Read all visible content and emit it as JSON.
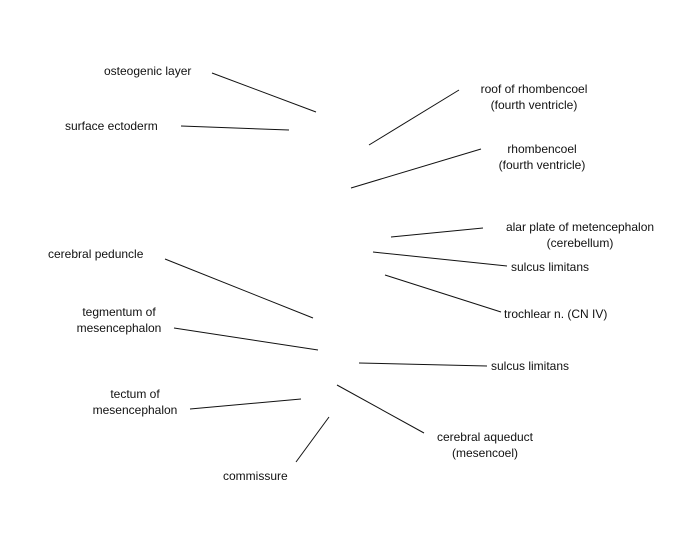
{
  "labels": {
    "osteogenic_layer": "osteogenic layer",
    "surface_ectoderm": "surface ectoderm",
    "roof_line1": "roof of rhombencoel",
    "roof_line2": "(fourth ventricle)",
    "rhombencoel_line1": "rhombencoel",
    "rhombencoel_line2": "(fourth ventricle)",
    "alar_line1": "alar plate of metencephalon",
    "alar_line2": "(cerebellum)",
    "sulcus_limitans_upper": "sulcus limitans",
    "trochlear": "trochlear n. (CN IV)",
    "cerebral_peduncle": "cerebral peduncle",
    "tegmentum_line1": "tegmentum of",
    "tegmentum_line2": "mesencephalon",
    "sulcus_limitans_lower": "sulcus limitans",
    "tectum_line1": "tectum of",
    "tectum_line2": "mesencephalon",
    "aqueduct_line1": "cerebral aqueduct",
    "aqueduct_line2": "(mesencoel)",
    "commissure": "commissure"
  },
  "colors": {
    "background": "#ffffff",
    "text": "#111111",
    "leader_line": "#111111"
  }
}
